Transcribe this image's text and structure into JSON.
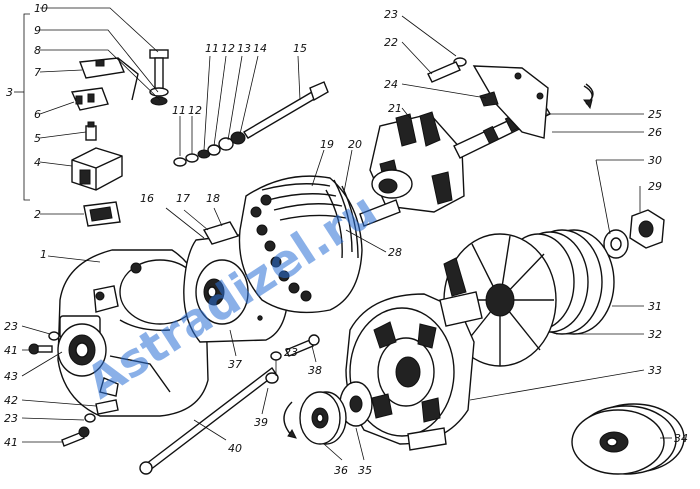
{
  "watermark": "Astradizel.ru",
  "group_label": "3",
  "callouts": [
    {
      "id": "lbl-10",
      "text": "10"
    },
    {
      "id": "lbl-9",
      "text": "9"
    },
    {
      "id": "lbl-8",
      "text": "8"
    },
    {
      "id": "lbl-7",
      "text": "7"
    },
    {
      "id": "lbl-6",
      "text": "6"
    },
    {
      "id": "lbl-5",
      "text": "5"
    },
    {
      "id": "lbl-4",
      "text": "4"
    },
    {
      "id": "lbl-2",
      "text": "2"
    },
    {
      "id": "lbl-1",
      "text": "1"
    },
    {
      "id": "lbl-11a",
      "text": "11"
    },
    {
      "id": "lbl-12a",
      "text": "12"
    },
    {
      "id": "lbl-13",
      "text": "13"
    },
    {
      "id": "lbl-14",
      "text": "14"
    },
    {
      "id": "lbl-15",
      "text": "15"
    },
    {
      "id": "lbl-11b",
      "text": "11"
    },
    {
      "id": "lbl-12b",
      "text": "12"
    },
    {
      "id": "lbl-16",
      "text": "16"
    },
    {
      "id": "lbl-17",
      "text": "17"
    },
    {
      "id": "lbl-18",
      "text": "18"
    },
    {
      "id": "lbl-19",
      "text": "19"
    },
    {
      "id": "lbl-20",
      "text": "20"
    },
    {
      "id": "lbl-28",
      "text": "28"
    },
    {
      "id": "lbl-23a",
      "text": "23"
    },
    {
      "id": "lbl-22",
      "text": "22"
    },
    {
      "id": "lbl-24",
      "text": "24"
    },
    {
      "id": "lbl-21",
      "text": "21"
    },
    {
      "id": "lbl-25",
      "text": "25"
    },
    {
      "id": "lbl-26",
      "text": "26"
    },
    {
      "id": "lbl-30",
      "text": "30"
    },
    {
      "id": "lbl-29",
      "text": "29"
    },
    {
      "id": "lbl-31",
      "text": "31"
    },
    {
      "id": "lbl-32",
      "text": "32"
    },
    {
      "id": "lbl-33",
      "text": "33"
    },
    {
      "id": "lbl-34",
      "text": "34"
    },
    {
      "id": "lbl-35",
      "text": "35"
    },
    {
      "id": "lbl-36",
      "text": "36"
    },
    {
      "id": "lbl-37",
      "text": "37"
    },
    {
      "id": "lbl-38",
      "text": "38"
    },
    {
      "id": "lbl-39",
      "text": "39"
    },
    {
      "id": "lbl-40",
      "text": "40"
    },
    {
      "id": "lbl-23b",
      "text": "23"
    },
    {
      "id": "lbl-23c",
      "text": "23"
    },
    {
      "id": "lbl-41a",
      "text": "41"
    },
    {
      "id": "lbl-43",
      "text": "43"
    },
    {
      "id": "lbl-42",
      "text": "42"
    },
    {
      "id": "lbl-23d",
      "text": "23"
    },
    {
      "id": "lbl-41b",
      "text": "41"
    }
  ]
}
